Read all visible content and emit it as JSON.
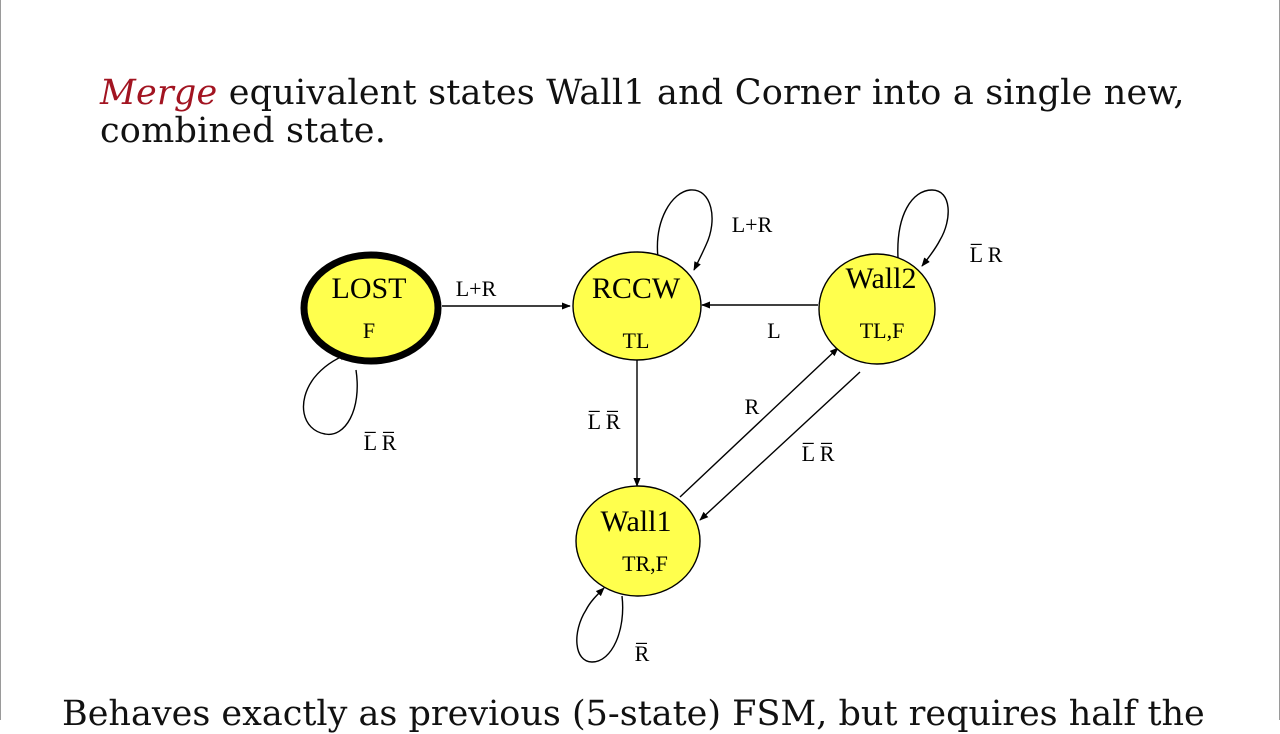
{
  "slide": {
    "title_emph": "Merge",
    "title_rest": " equivalent states Wall1 and Corner into a single new, combined state.",
    "footer": "Behaves exactly as previous (5-state) FSM, but requires half the"
  },
  "colors": {
    "title_emphasis": "#a21421",
    "state_fill": "#ffff4d",
    "stroke": "#000000"
  },
  "fsm": {
    "states": [
      {
        "id": "lost",
        "name": "LOST",
        "output": "F",
        "start_state": true
      },
      {
        "id": "rccw",
        "name": "RCCW",
        "output": "TL"
      },
      {
        "id": "wall2",
        "name": "Wall2",
        "output": "TL,F"
      },
      {
        "id": "wall1",
        "name": "Wall1",
        "output": "TR,F"
      }
    ],
    "transitions": [
      {
        "id": "lost_to_rccw",
        "from": "LOST",
        "to": "RCCW",
        "label": "L+R"
      },
      {
        "id": "lost_self",
        "from": "LOST",
        "to": "LOST",
        "label": "L̅ R̅"
      },
      {
        "id": "rccw_self",
        "from": "RCCW",
        "to": "RCCW",
        "label": "L+R"
      },
      {
        "id": "wall2_self",
        "from": "Wall2",
        "to": "Wall2",
        "label": "L̅ R"
      },
      {
        "id": "wall2_to_rccw",
        "from": "Wall2",
        "to": "RCCW",
        "label": "L"
      },
      {
        "id": "rccw_to_wall1",
        "from": "RCCW",
        "to": "Wall1",
        "label": "L̅ R̅"
      },
      {
        "id": "wall1_to_wall2",
        "from": "Wall1",
        "to": "Wall2",
        "label": "R"
      },
      {
        "id": "wall2_to_wall1",
        "from": "Wall2",
        "to": "Wall1",
        "label": "L̅ R̅"
      },
      {
        "id": "wall1_self",
        "from": "Wall1",
        "to": "Wall1",
        "label": "R̅"
      }
    ]
  }
}
